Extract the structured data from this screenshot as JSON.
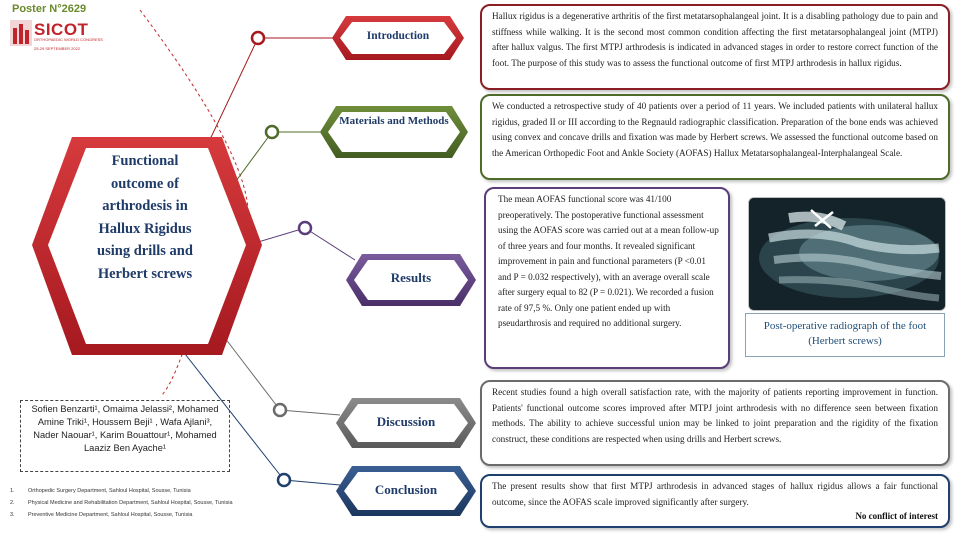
{
  "poster_number": "Poster N°2629",
  "logo": {
    "name": "SICOT",
    "line1": "ORTHOPAEDIC WORLD CONGRESS",
    "line2": "25-29 SEPTEMBER 2022"
  },
  "title": [
    "Functional",
    "outcome of",
    "arthrodesis in",
    "Hallux Rigidus",
    "using drills and",
    "Herbert screws"
  ],
  "authors": "Sofien Benzarti¹, Omaima Jelassi², Mohamed Amine Triki¹, Houssem Beji¹ , Wafa Ajlani³, Nader Naouar¹, Karim Bouattour¹, Mohamed Laaziz Ben Ayache¹",
  "affiliations": [
    {
      "num": "1.",
      "text": "Orthopedic Surgery Department, Sahloul Hospital, Sousse, Tunisia"
    },
    {
      "num": "2.",
      "text": "Physical Medicine and Rehabilitation Department, Sahloul Hospital, Sousse, Tunisia"
    },
    {
      "num": "3.",
      "text": "Preventive Medicine Department, Sahloul Hospital, Sousse, Tunisia"
    }
  ],
  "sections": {
    "introduction": {
      "label": "Introduction",
      "color": "#8b1d24",
      "text": "Hallux rigidus is a degenerative arthritis of the first metatarsophalangeal joint. It is a disabling pathology due to pain and stiffness while walking. It is the second most common condition affecting the first metatarsophalangeal joint (MTPJ) after hallux valgus. The first MTPJ arthrodesis is indicated in advanced stages in order to restore correct function of the foot. The purpose of this study was to assess the functional outcome of first MTPJ arthrodesis in hallux rigidus."
    },
    "methods": {
      "label": "Materials and Methods",
      "color": "#4f6b2a",
      "text": "We conducted a retrospective study of 40 patients over a period of 11 years. We included patients with unilateral hallux rigidus, graded II or III according to the Regnauld radiographic classification. Preparation of the bone ends was achieved using convex and concave drills and fixation was made by Herbert screws. We assessed the functional outcome based on the American Orthopedic Foot and Ankle Society (AOFAS) Hallux Metatarsophalangeal-Interphalangeal Scale."
    },
    "results": {
      "label": "Results",
      "color": "#5b3d7a",
      "text": "The mean AOFAS functional score was 41/100 preoperatively. The postoperative functional assessment using the AOFAS score was carried out at a mean follow-up of three years and four months. It revealed significant improvement in pain and functional parameters (P <0.01 and P = 0.032 respectively), with an average overall scale after surgery equal to 82 (P = 0.021). We recorded a fusion rate of 97,5 %. Only one patient ended up with pseudarthrosis and required no additional surgery."
    },
    "discussion": {
      "label": "Discussion",
      "color": "#6b6b6b",
      "text": "Recent studies found a high overall satisfaction rate, with the majority of patients reporting improvement in function. Patients' functional outcome scores improved after MTPJ joint arthrodesis with no difference seen between fixation methods. The ability to achieve successful union may be linked to joint preparation and the rigidity of the fixation construct, these conditions are respected when using drills and Herbert screws."
    },
    "conclusion": {
      "label": "Conclusion",
      "color": "#1f3f6e",
      "text": "The present results show that first MTPJ arthrodesis in advanced stages of hallux rigidus allows a fair functional outcome, since the AOFAS scale improved significantly after surgery.",
      "conflict": "No conflict of interest"
    }
  },
  "figure_caption": "Post-operative radiograph of the foot (Herbert screws)",
  "colors": {
    "title_hex": "#c4262b",
    "title_text": "#1f3b6a",
    "accent_green": "#6a8a2c"
  }
}
